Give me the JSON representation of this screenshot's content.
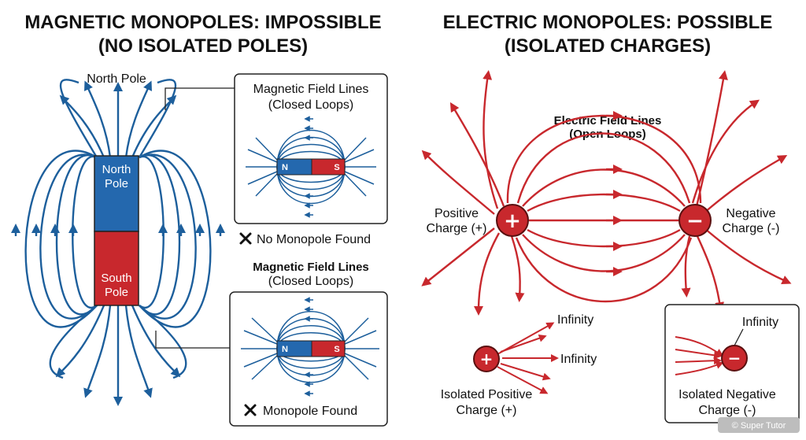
{
  "left_panel": {
    "title_line1": "MAGNETIC MONOPOLES: IMPOSSIBLE",
    "title_line2": "(NO ISOLATED POLES)",
    "north_pole_label": "North Pole",
    "magnet_north_line1": "North",
    "magnet_north_line2": "Pole",
    "magnet_south_line1": "South",
    "magnet_south_line2": "Pole",
    "inset_top": {
      "title_line1": "Magnetic Field Lines",
      "title_line2": "(Closed Loops)",
      "n_label": "N",
      "s_label": "S",
      "caption": "No Monopole Found"
    },
    "inset_bottom": {
      "title_line1": "Magnetic Field Lines",
      "title_line2": "(Closed Loops)",
      "n_label": "N",
      "s_label": "S",
      "caption": "Monopole Found"
    }
  },
  "right_panel": {
    "title_line1": "ELECTRIC MONOPOLES: POSSIBLE",
    "title_line2": "(ISOLATED CHARGES)",
    "field_title_line1": "Electric Field Lines",
    "field_title_line2": "(Open Loops)",
    "positive_label_line1": "Positive",
    "positive_label_line2": "Charge (+)",
    "negative_label_line1": "Negative",
    "negative_label_line2": "Charge (-)",
    "plus_sign": "+",
    "minus_sign": "−",
    "isolated_positive": {
      "infinity_top": "Infinity",
      "infinity_mid": "Infinity",
      "label_line1": "Isolated Positive",
      "label_line2": "Charge (+)"
    },
    "isolated_negative": {
      "infinity": "Infinity",
      "label_line1": "Isolated Negative",
      "label_line2": "Charge (-)"
    }
  },
  "watermark": "© Super Tutor",
  "colors": {
    "magnetic_blue": "#1d5f9c",
    "magnet_north": "#2468ae",
    "magnet_south": "#c8282d",
    "electric_red": "#c8282d"
  },
  "icons": [
    "cross-mark-icon"
  ]
}
